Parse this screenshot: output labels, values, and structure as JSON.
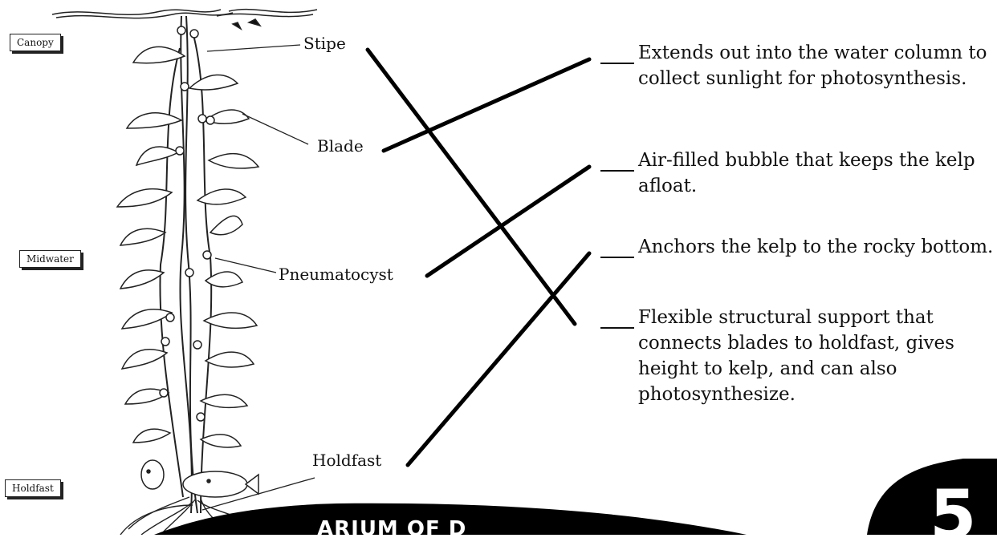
{
  "zones": {
    "canopy": "Canopy",
    "midwater": "Midwater",
    "holdfast": "Holdfast"
  },
  "parts": {
    "stipe": "Stipe",
    "blade": "Blade",
    "pneumatocyst": "Pneumatocyst",
    "holdfast": "Holdfast"
  },
  "definitions": [
    "Extends out into the water column to collect sunlight for photosynthesis.",
    "Air-filled bubble that keeps the kelp afloat.",
    "Anchors the kelp to the rocky bottom.",
    "Flexible structural support that connects blades to holdfast, gives height to kelp, and can also photosynthesize."
  ],
  "footer": {
    "banner_text": "ARIUM OF D",
    "page_number": "5"
  }
}
